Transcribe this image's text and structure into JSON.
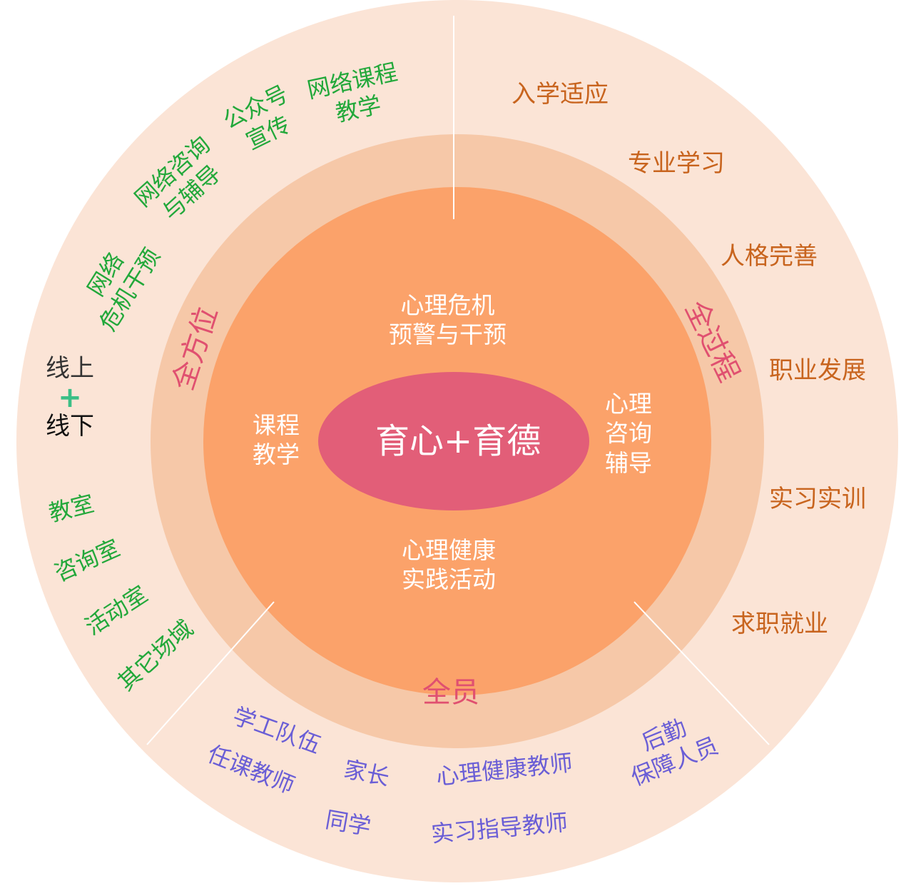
{
  "center": {
    "text": "育心+育德"
  },
  "core": {
    "top": [
      "心理危机",
      "预警与干预"
    ],
    "left": [
      "课程",
      "教学"
    ],
    "right": [
      "心理",
      "咨询",
      "辅导"
    ],
    "bottom": [
      "心理健康",
      "实践活动"
    ]
  },
  "dimensions": {
    "all_around": "全方位",
    "whole_process": "全过程",
    "all_staff": "全员"
  },
  "process_stages": [
    "入学适应",
    "专业学习",
    "人格完善",
    "职业发展",
    "实习实训",
    "求职就业"
  ],
  "online": {
    "items": [
      [
        "网络",
        "危机干预"
      ],
      [
        "网络咨询",
        "与辅导"
      ],
      [
        "公众号",
        "宣传"
      ],
      [
        "网络课程",
        "教学"
      ]
    ]
  },
  "online_offline": {
    "online": "线上",
    "plus": "+",
    "offline": "线下"
  },
  "offline": {
    "items": [
      "教室",
      "咨询室",
      "活动室",
      "其它场域"
    ]
  },
  "staff": [
    "学工队伍",
    "任课教师",
    "家长",
    "同学",
    "心理健康教师",
    "实习指导教师",
    [
      "后勤",
      "保障人员"
    ]
  ],
  "colors": {
    "outer_ring": "#fbe4d6",
    "middle_ring": "#f6c8a8",
    "core": "#fba26a",
    "center": "#e25e78",
    "dimension_text": "#e05070",
    "stage_text": "#c8641e",
    "online_text": "#22a83a",
    "staff_text": "#6a5ed6",
    "plus": "#3bbf86"
  }
}
